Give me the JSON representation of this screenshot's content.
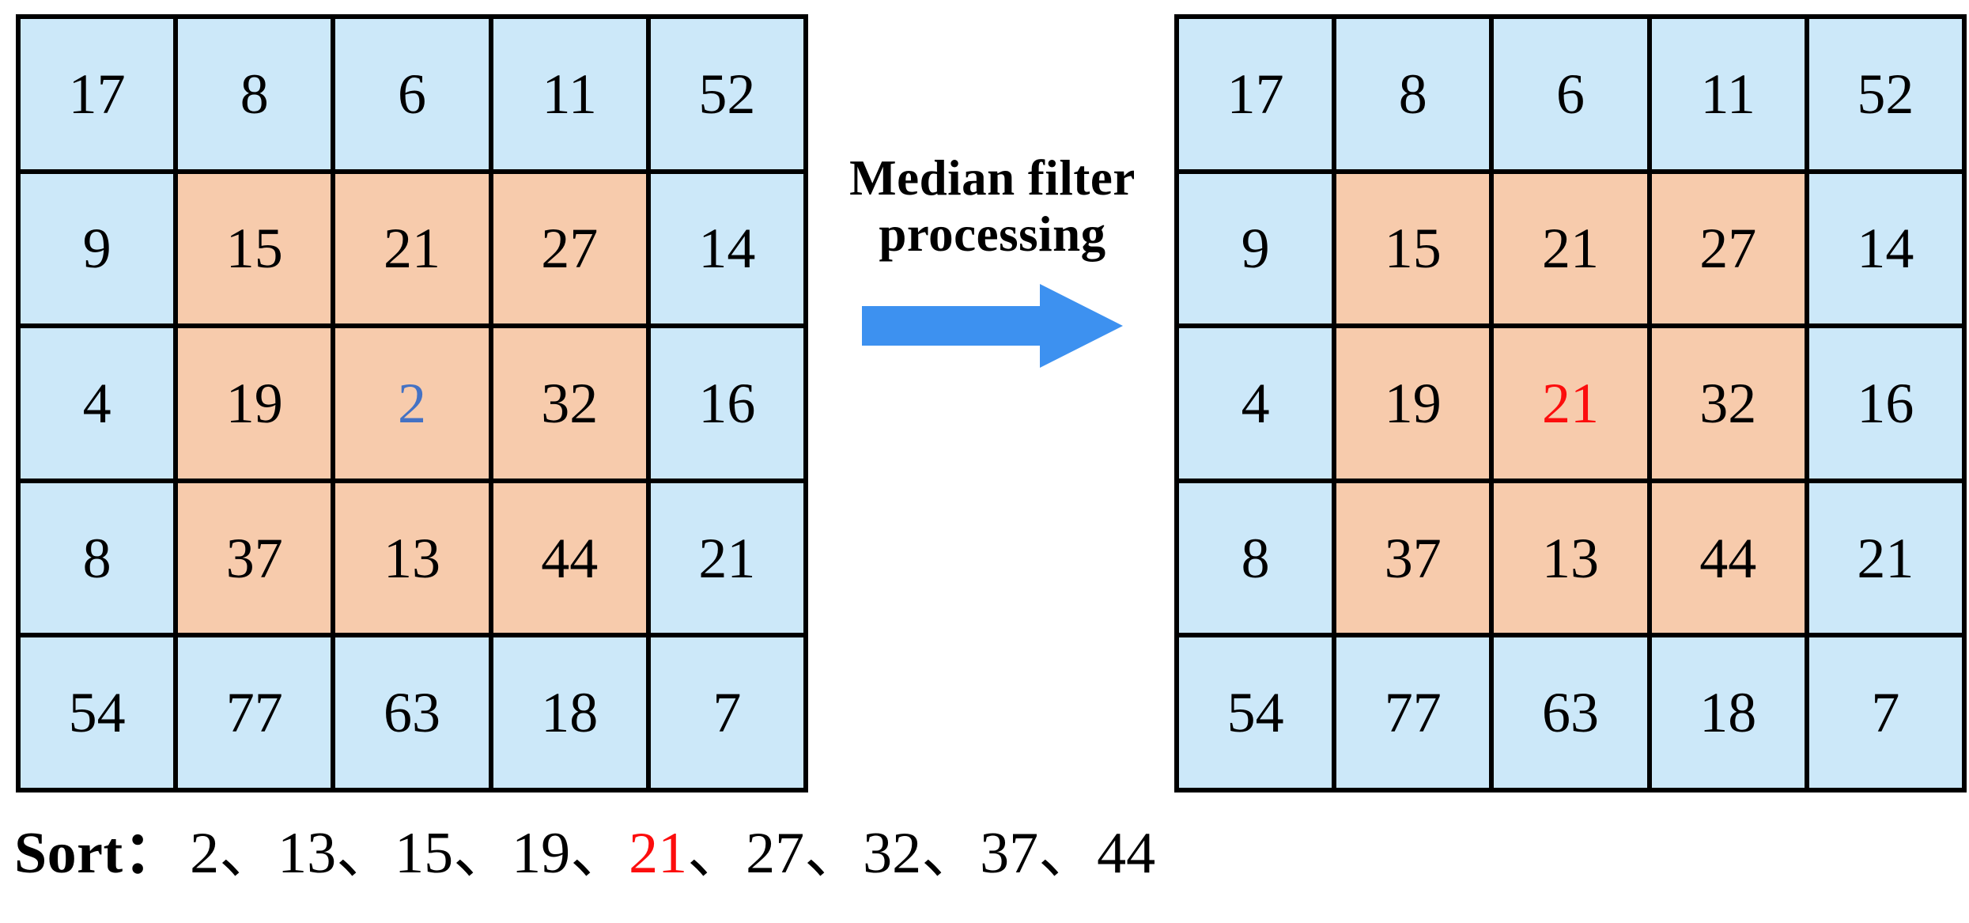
{
  "figure": {
    "title": "Median filter processing illustration",
    "colors": {
      "cell_background": "#CCE8F9",
      "window_background": "#F7CBAC",
      "grid_line": "#000000",
      "arrow": "#3D91F0",
      "center_before": "#4472C4",
      "center_after": "#FC0D0D"
    }
  },
  "transform": {
    "label": "Median filter\nprocessing",
    "arrow_icon": "right-arrow-icon",
    "arrow_direction": "right"
  },
  "left_grid": {
    "name": "input-matrix",
    "rows": 5,
    "cols": 5,
    "cells": [
      [
        {
          "value": "17",
          "highlight": false,
          "color": "black"
        },
        {
          "value": "8",
          "highlight": false,
          "color": "black"
        },
        {
          "value": "6",
          "highlight": false,
          "color": "black"
        },
        {
          "value": "11",
          "highlight": false,
          "color": "black"
        },
        {
          "value": "52",
          "highlight": false,
          "color": "black"
        }
      ],
      [
        {
          "value": "9",
          "highlight": false,
          "color": "black"
        },
        {
          "value": "15",
          "highlight": true,
          "color": "black"
        },
        {
          "value": "21",
          "highlight": true,
          "color": "black"
        },
        {
          "value": "27",
          "highlight": true,
          "color": "black"
        },
        {
          "value": "14",
          "highlight": false,
          "color": "black"
        }
      ],
      [
        {
          "value": "4",
          "highlight": false,
          "color": "black"
        },
        {
          "value": "19",
          "highlight": true,
          "color": "black"
        },
        {
          "value": "2",
          "highlight": true,
          "color": "blue"
        },
        {
          "value": "32",
          "highlight": true,
          "color": "black"
        },
        {
          "value": "16",
          "highlight": false,
          "color": "black"
        }
      ],
      [
        {
          "value": "8",
          "highlight": false,
          "color": "black"
        },
        {
          "value": "37",
          "highlight": true,
          "color": "black"
        },
        {
          "value": "13",
          "highlight": true,
          "color": "black"
        },
        {
          "value": "44",
          "highlight": true,
          "color": "black"
        },
        {
          "value": "21",
          "highlight": false,
          "color": "black"
        }
      ],
      [
        {
          "value": "54",
          "highlight": false,
          "color": "black"
        },
        {
          "value": "77",
          "highlight": false,
          "color": "black"
        },
        {
          "value": "63",
          "highlight": false,
          "color": "black"
        },
        {
          "value": "18",
          "highlight": false,
          "color": "black"
        },
        {
          "value": "7",
          "highlight": false,
          "color": "black"
        }
      ]
    ]
  },
  "right_grid": {
    "name": "output-matrix",
    "rows": 5,
    "cols": 5,
    "cells": [
      [
        {
          "value": "17",
          "highlight": false,
          "color": "black"
        },
        {
          "value": "8",
          "highlight": false,
          "color": "black"
        },
        {
          "value": "6",
          "highlight": false,
          "color": "black"
        },
        {
          "value": "11",
          "highlight": false,
          "color": "black"
        },
        {
          "value": "52",
          "highlight": false,
          "color": "black"
        }
      ],
      [
        {
          "value": "9",
          "highlight": false,
          "color": "black"
        },
        {
          "value": "15",
          "highlight": true,
          "color": "black"
        },
        {
          "value": "21",
          "highlight": true,
          "color": "black"
        },
        {
          "value": "27",
          "highlight": true,
          "color": "black"
        },
        {
          "value": "14",
          "highlight": false,
          "color": "black"
        }
      ],
      [
        {
          "value": "4",
          "highlight": false,
          "color": "black"
        },
        {
          "value": "19",
          "highlight": true,
          "color": "black"
        },
        {
          "value": "21",
          "highlight": true,
          "color": "red"
        },
        {
          "value": "32",
          "highlight": true,
          "color": "black"
        },
        {
          "value": "16",
          "highlight": false,
          "color": "black"
        }
      ],
      [
        {
          "value": "8",
          "highlight": false,
          "color": "black"
        },
        {
          "value": "37",
          "highlight": true,
          "color": "black"
        },
        {
          "value": "13",
          "highlight": true,
          "color": "black"
        },
        {
          "value": "44",
          "highlight": true,
          "color": "black"
        },
        {
          "value": "21",
          "highlight": false,
          "color": "black"
        }
      ],
      [
        {
          "value": "54",
          "highlight": false,
          "color": "black"
        },
        {
          "value": "77",
          "highlight": false,
          "color": "black"
        },
        {
          "value": "63",
          "highlight": false,
          "color": "black"
        },
        {
          "value": "18",
          "highlight": false,
          "color": "black"
        },
        {
          "value": "7",
          "highlight": false,
          "color": "black"
        }
      ]
    ]
  },
  "sort": {
    "label": "Sort：",
    "separator": "、",
    "values": [
      {
        "value": "2",
        "color": "black"
      },
      {
        "value": "13",
        "color": "black"
      },
      {
        "value": "15",
        "color": "black"
      },
      {
        "value": "19",
        "color": "black"
      },
      {
        "value": "21",
        "color": "red"
      },
      {
        "value": "27",
        "color": "black"
      },
      {
        "value": "32",
        "color": "black"
      },
      {
        "value": "37",
        "color": "black"
      },
      {
        "value": "44",
        "color": "black"
      }
    ],
    "median": "21"
  }
}
